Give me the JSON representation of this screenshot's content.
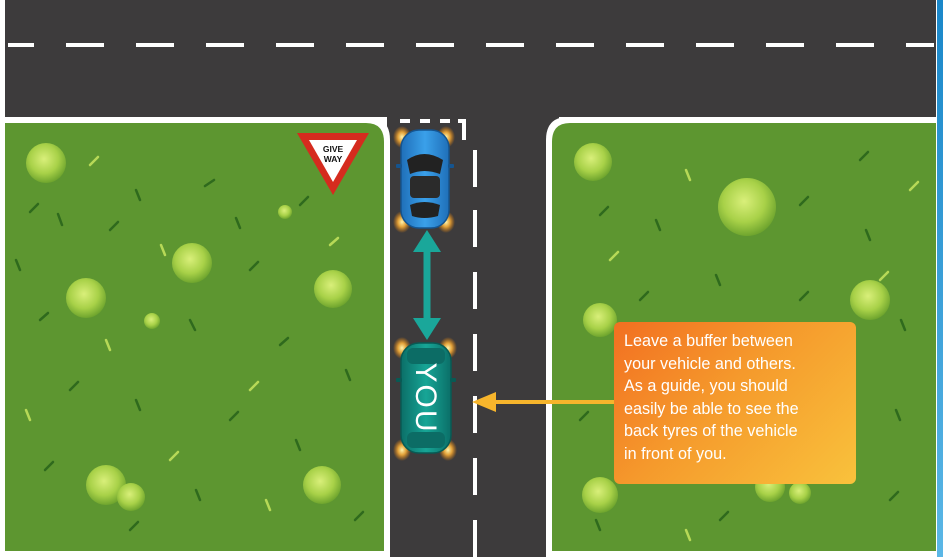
{
  "sign": {
    "line1": "GIVE",
    "line2": "WAY",
    "icon": "give-way-sign-icon"
  },
  "car_label": "YOU",
  "callout": {
    "lines": [
      "Leave a buffer between",
      "your vehicle and others.",
      "As a guide, you should",
      "easily be able to see the",
      "back tyres of the vehicle",
      "in front of you."
    ]
  },
  "colors": {
    "grass": "#5d9630",
    "road": "#3d3b3c",
    "lead_car": "#2f8fd8",
    "your_car": "#109a8e",
    "buffer_arrow": "#1aa79a",
    "callout_start": "#f26f21",
    "callout_end": "#f9c23c",
    "pointer_arrow": "#f7b52c"
  }
}
